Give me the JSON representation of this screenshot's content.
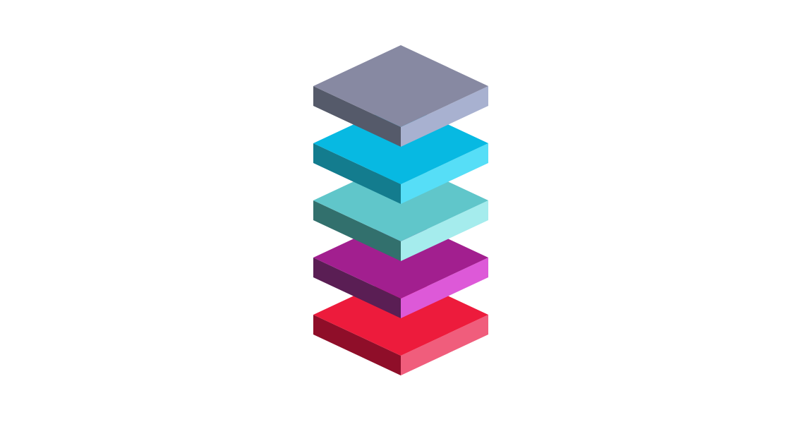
{
  "layers": [
    {
      "id": "gray",
      "top": "#8789a2",
      "left": "#555a6a",
      "right": "#a8b1d0"
    },
    {
      "id": "blue",
      "top": "#07b9e2",
      "left": "#137c8e",
      "right": "#56def7"
    },
    {
      "id": "teal",
      "top": "#60c6ca",
      "left": "#32706d",
      "right": "#a5eced"
    },
    {
      "id": "magenta",
      "top": "#a21f8f",
      "left": "#5a1e54",
      "right": "#dd59d8"
    },
    {
      "id": "red",
      "top": "#ed1b3c",
      "left": "#8f0e29",
      "right": "#f05d7c"
    }
  ]
}
